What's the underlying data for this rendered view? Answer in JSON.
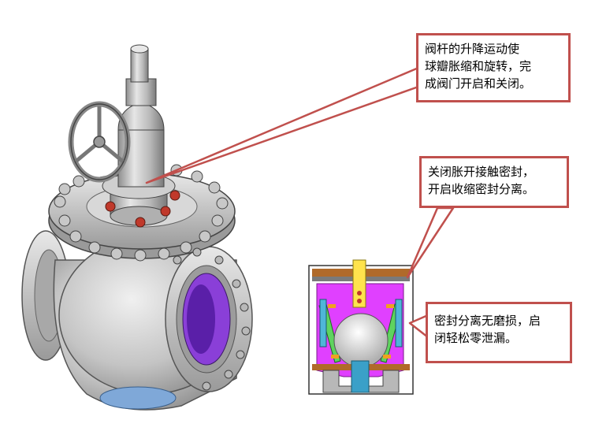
{
  "callouts": {
    "stem": {
      "lines": [
        "阀杆的升降运动使",
        "球瓣胀缩和旋转，完",
        "成阀门开启和关闭。"
      ]
    },
    "seal": {
      "lines": [
        "关闭胀开接触密封，",
        "开启收缩密封分离。"
      ]
    },
    "wear": {
      "lines": [
        "密封分离无磨损，启",
        "闭轻松零泄漏。"
      ]
    }
  },
  "colors": {
    "callout_border": "#c0504d",
    "section_purple": "#e040ff",
    "section_green": "#5fd35f"
  }
}
